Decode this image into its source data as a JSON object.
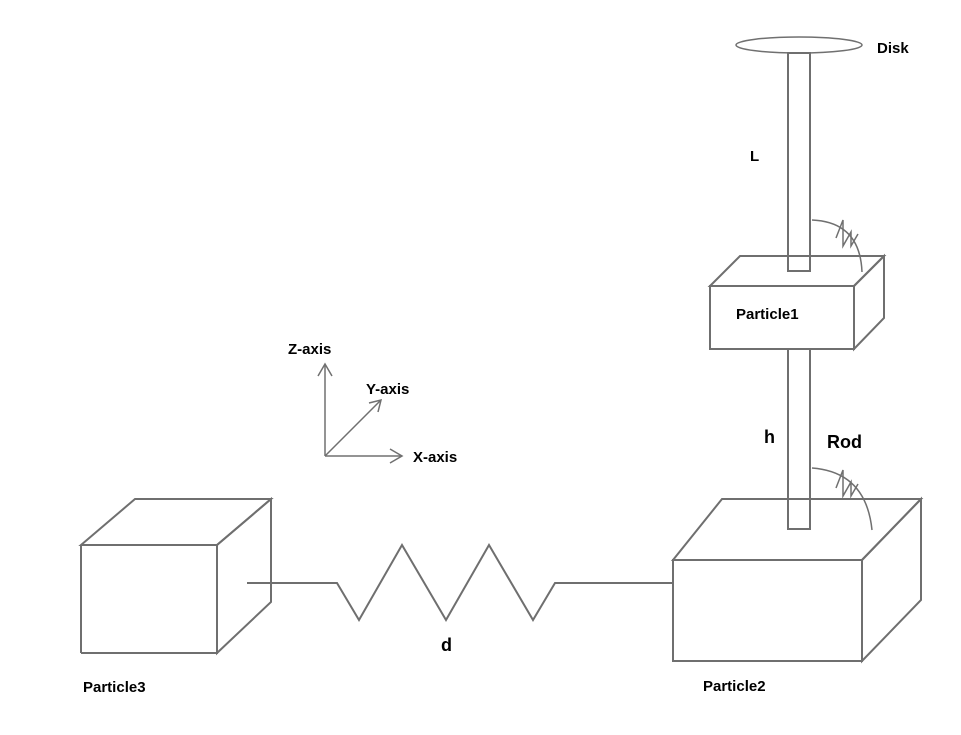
{
  "labels": {
    "disk": "Disk",
    "length": "L",
    "particle1": "Particle1",
    "z_axis": "Z-axis",
    "y_axis": "Y-axis",
    "x_axis": "X-axis",
    "height": "h",
    "rod": "Rod",
    "distance": "d",
    "particle3": "Particle3",
    "particle2": "Particle2"
  },
  "colors": {
    "stroke": "#6f6f6f",
    "text": "#000000",
    "background": "#ffffff"
  }
}
